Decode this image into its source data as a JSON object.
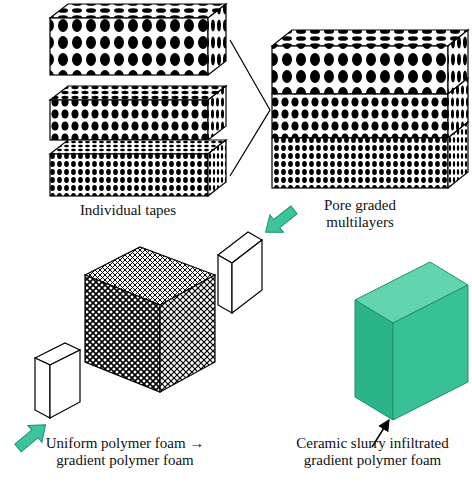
{
  "diagram": {
    "nodes": [
      {
        "text": [
          "Individual tapes"
        ]
      },
      {
        "text": [
          "Pore graded multilayers"
        ]
      },
      {
        "text": [
          "Uniform polymer foam → gradient polymer foam"
        ]
      },
      {
        "text": [
          "Ceramic slurry infiltrated gradient polymer foam"
        ]
      }
    ],
    "edges": [
      {
        "from": 0,
        "to": 1,
        "arrow": "none"
      }
    ]
  }
}
